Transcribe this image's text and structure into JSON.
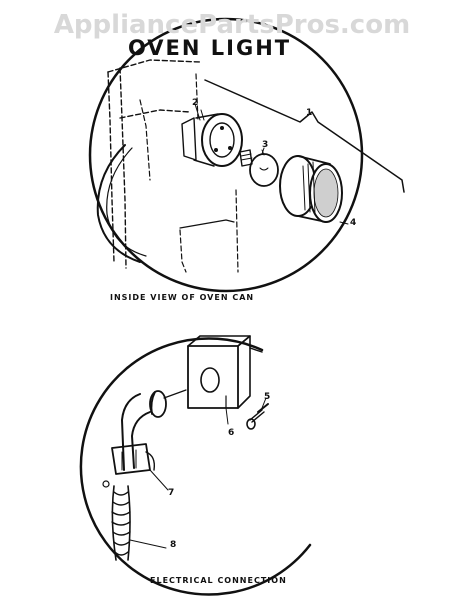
{
  "watermark": "AppliancePartsPros.com",
  "title": "OVEN LIGHT",
  "captions": {
    "top": "INSIDE VIEW OF OVEN CAN",
    "bottom": "ELECTRICAL CONNECTION"
  },
  "callouts": {
    "c1": "1",
    "c2": "2",
    "c3": "3",
    "c4": "4",
    "c5": "5",
    "c6": "6",
    "c7": "7",
    "c8": "8"
  }
}
